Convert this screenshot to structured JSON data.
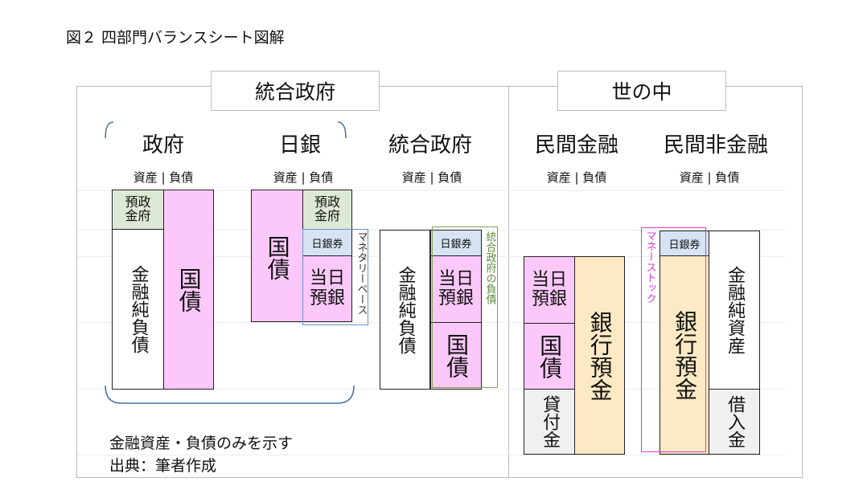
{
  "figure_title": "図２ 四部門バランスシート図解",
  "sections": {
    "left_title": "統合政府",
    "right_title": "世の中"
  },
  "columns": {
    "gov": {
      "heading": "政府",
      "sub": "資産 | 負債"
    },
    "boj": {
      "heading": "日銀",
      "sub": "資産 | 負債"
    },
    "consolidated": {
      "heading": "統合政府",
      "sub": "資産 | 負債"
    },
    "private_fin": {
      "heading": "民間金融",
      "sub": "資産 | 負債"
    },
    "private_nonfin": {
      "heading": "民間非金融",
      "sub": "資産 | 負債"
    }
  },
  "blocks": {
    "gov_deposit": [
      "預政",
      "金府"
    ],
    "net_fin_liab": "金融純負債",
    "jgb": "国債",
    "boj_gov_deposit": [
      "預政",
      "金府"
    ],
    "boj_notes": "日銀券",
    "boj_current": [
      "当日",
      "預銀"
    ],
    "money_base": "マネタリーベース",
    "cons_notes": "日銀券",
    "cons_current": [
      "当日",
      "預銀"
    ],
    "cons_net": "金融純負債",
    "cons_jgb": "国債",
    "cons_liab_label": "統合政府の負債",
    "fin_current": [
      "当日",
      "預銀"
    ],
    "fin_jgb": "国債",
    "fin_loans": "貸付金",
    "fin_deposits": "銀行預金",
    "money_stock": "マネーストック",
    "nf_notes": "日銀券",
    "nf_deposits": "銀行預金",
    "nf_net_assets": "金融純資産",
    "nf_borrowing": "借入金"
  },
  "notes": {
    "line1": "金融資産・負債のみを示す",
    "line2": "出典：筆者作成"
  },
  "colors": {
    "pink": "#fbc8f9",
    "green": "#dde9d6",
    "blue": "#d7e2f3",
    "tan": "#fde9c4",
    "gray": "#f0f0f0",
    "bracket": "#4a6fa5",
    "money_base_border": "#6b8fc7",
    "money_stock_border": "#e03ad8",
    "cons_liab_border": "#7ea35a"
  }
}
